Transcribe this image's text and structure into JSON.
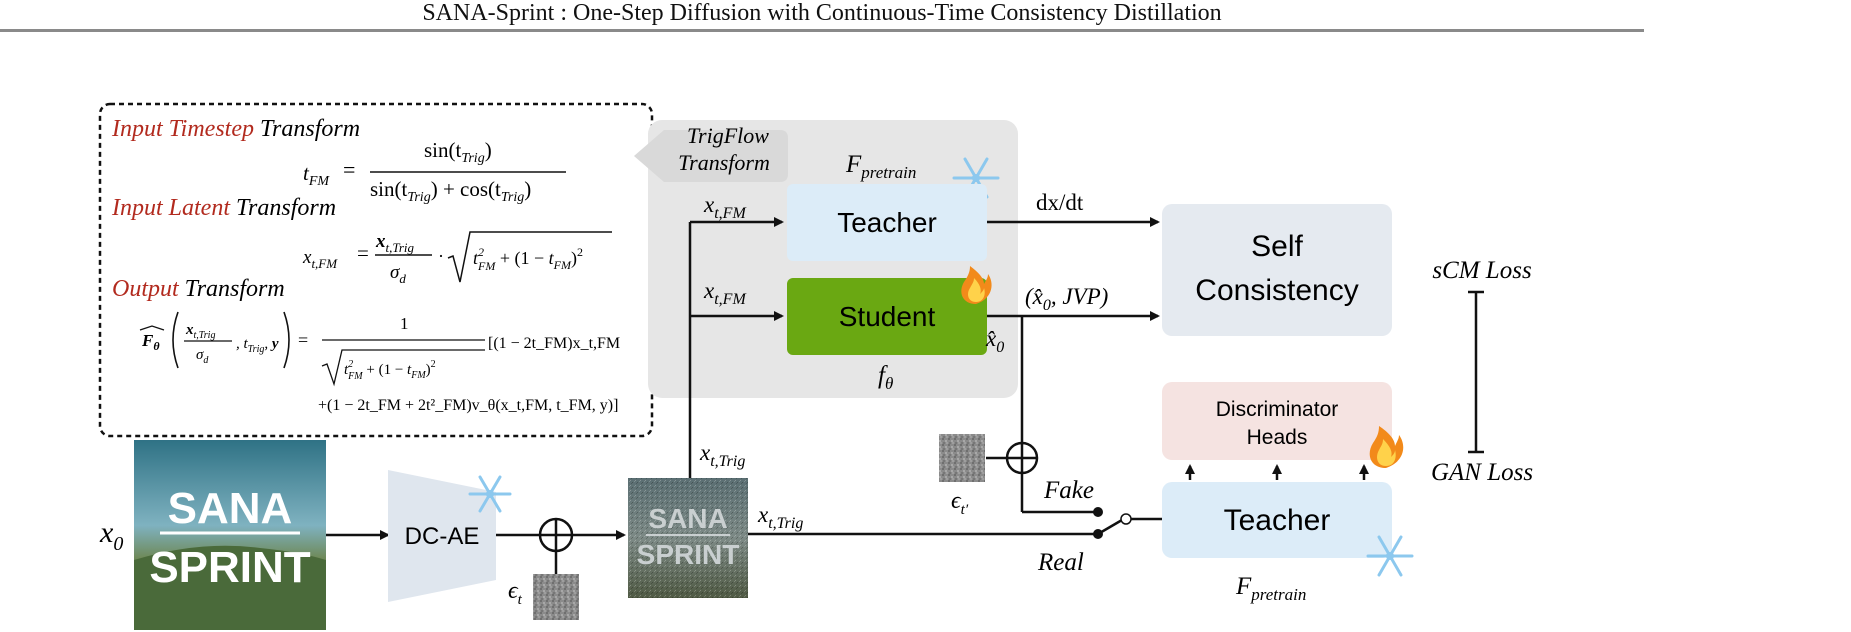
{
  "header": {
    "title": "SANA-Sprint : One-Step Diffusion with Continuous-Time Consistency Distillation"
  },
  "transform_box": {
    "timestep": {
      "red": "Input Timestep",
      "black": "Transform"
    },
    "timestep_eq": {
      "lhs": "t",
      "lhs_sub": "FM",
      "num": "sin(t",
      "num_sub": "Trig",
      "den_a": "sin(t",
      "den_sub_a": "Trig",
      "den_b": ") + cos(t",
      "den_sub_b": "Trig"
    },
    "latent": {
      "red": "Input Latent",
      "black": "Transform"
    },
    "latent_eq": {
      "lhs": "x",
      "lhs_sub": "t,FM",
      "num": "x",
      "num_sub": "t,Trig",
      "den": "σ",
      "den_sub": "d",
      "sqrt": "t²FM + (1 − tFM)²"
    },
    "output": {
      "red": "Output",
      "black": "Transform"
    },
    "output_eq_line1": "[(1 − 2t_FM)x_t,FM",
    "output_eq_line2": "+(1 − 2t_FM + 2t²_FM)v_θ(x_t,FM, t_FM, y)]"
  },
  "trigflow": {
    "line1": "TrigFlow",
    "line2": "Transform"
  },
  "labels": {
    "f_pretrain_top": "F",
    "f_pretrain_top_sub": "pretrain",
    "teacher_top": "Teacher",
    "student": "Student",
    "f_theta": "f",
    "f_theta_sub": "θ",
    "x_fm_1": "x",
    "x_fm_1_sub": "t,FM",
    "x_fm_2": "x",
    "x_fm_2_sub": "t,FM",
    "dxdt": "dx/dt",
    "x0hat_jvp": "(x̂",
    "x0hat_jvp_sub": "0",
    "x0hat_jvp_tail": ", JVP)",
    "x0hat": "x̂",
    "x0hat_sub": "0",
    "self_consistency_1": "Self",
    "self_consistency_2": "Consistency",
    "scm_loss": "sCM Loss",
    "gan_loss": "GAN Loss",
    "disc_heads_1": "Discriminator",
    "disc_heads_2": "Heads",
    "teacher_bottom": "Teacher",
    "f_pretrain_bottom": "F",
    "f_pretrain_bottom_sub": "pretrain",
    "fake": "Fake",
    "real": "Real",
    "x0": "x",
    "x0_sub": "0",
    "dcae": "DC-AE",
    "eps_t": "ϵ",
    "eps_t_sub": "t",
    "eps_tp": "ϵ",
    "eps_tp_sub": "t′",
    "x_trig_1": "x",
    "x_trig_1_sub": "t,Trig",
    "x_trig_2": "x",
    "x_trig_2_sub": "t,Trig",
    "logo_top": "SANA",
    "logo_bottom": "SPRINT"
  },
  "colors": {
    "red_text": "#b22a1e",
    "teacher_fill": "#dcecf8",
    "student_fill": "#6aa812",
    "gray_panel": "#e6e6e6",
    "self_consistency_fill": "#e5eaf0",
    "disc_fill": "#f5e3e1",
    "dcae_fill": "#dfe6ee"
  },
  "icons": [
    "snowflake-icon",
    "fire-icon",
    "xor-circle-icon"
  ]
}
